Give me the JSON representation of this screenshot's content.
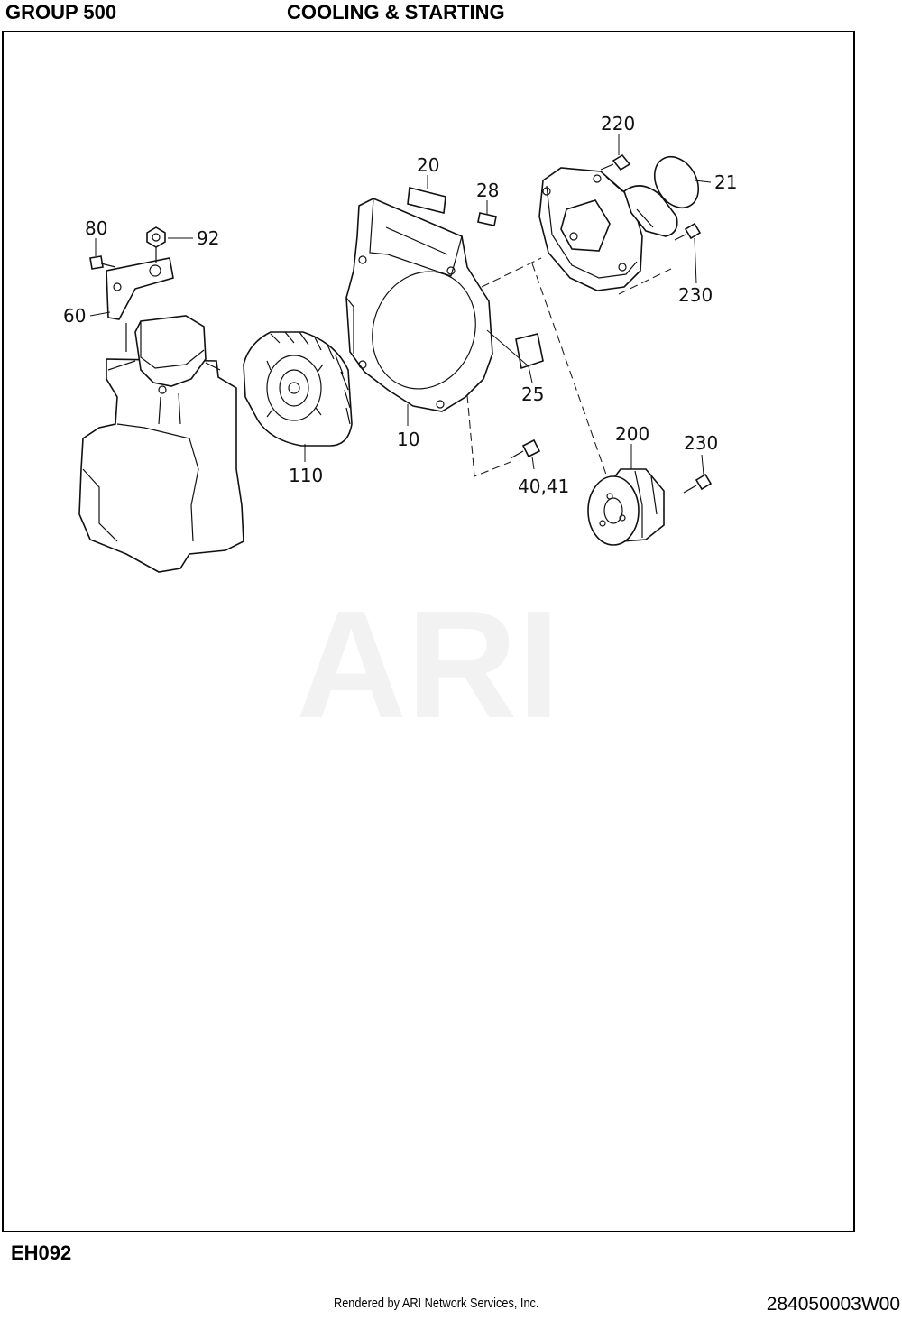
{
  "header": {
    "group": "GROUP 500",
    "section": "COOLING & STARTING"
  },
  "watermark": "ARI",
  "callouts": {
    "c220": "220",
    "c20": "20",
    "c28": "28",
    "c21": "21",
    "c80": "80",
    "c92": "92",
    "c60": "60",
    "c230a": "230",
    "c25": "25",
    "c10": "10",
    "c110": "110",
    "c200": "200",
    "c230b": "230",
    "c4041": "40,41"
  },
  "footer": {
    "model": "EH092",
    "rendered_by": "Rendered by ARI Network Services, Inc.",
    "doc_id": "284050003W00"
  }
}
